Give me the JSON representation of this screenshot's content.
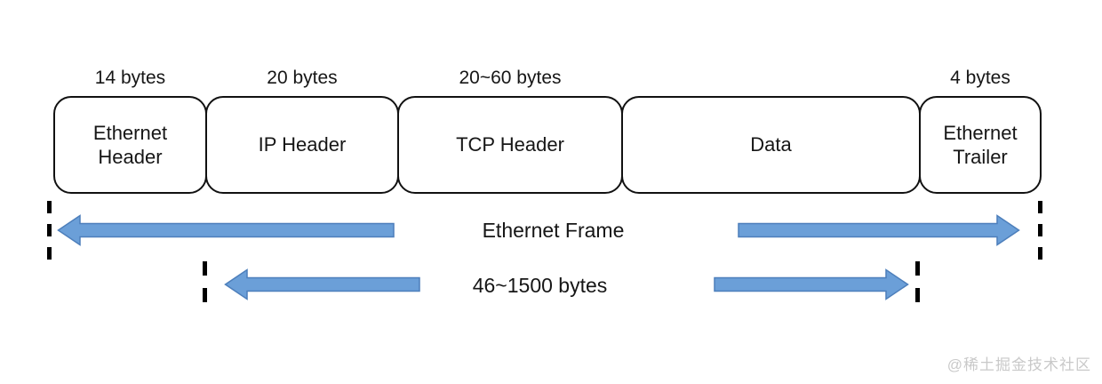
{
  "diagram": {
    "boxes": [
      {
        "label": "Ethernet Header",
        "size": "14 bytes"
      },
      {
        "label": "IP Header",
        "size": "20 bytes"
      },
      {
        "label": "TCP Header",
        "size": "20~60 bytes"
      },
      {
        "label": "Data",
        "size": ""
      },
      {
        "label": "Ethernet Trailer",
        "size": "4 bytes"
      }
    ],
    "spans": [
      {
        "label": "Ethernet Frame"
      },
      {
        "label": "46~1500 bytes"
      }
    ],
    "colors": {
      "arrow_fill": "#6B9FD8",
      "arrow_stroke": "#4D7FBB",
      "line": "#000000",
      "watermark": "#c9c9c9"
    },
    "watermark": "@稀土掘金技术社区"
  }
}
